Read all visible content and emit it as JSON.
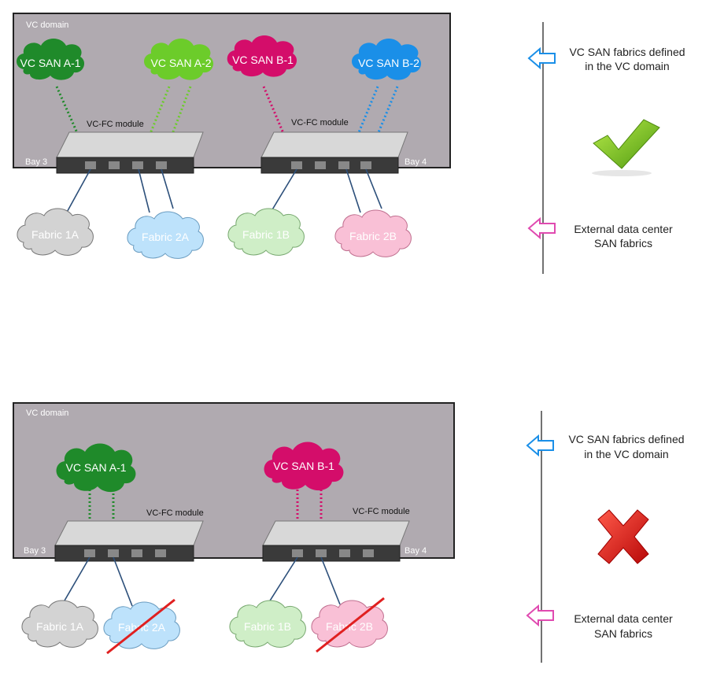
{
  "colors": {
    "domain_bg": "#b0aab0",
    "domain_border": "#222222",
    "san_a": "#1f8a2a",
    "san_a2": "#6ccc2a",
    "san_b": "#d40d6a",
    "san_b2": "#1a8fe8",
    "fabric_1a": "#d3d3d3",
    "fabric_2a": "#bde2fb",
    "fabric_1b": "#cfeec7",
    "fabric_2b": "#f9c0d6",
    "arrow_top": "#1a8fe8",
    "arrow_bottom": "#e04ab0",
    "check": "#7cc21a",
    "cross": "#e01818",
    "strike": "#e02020"
  },
  "top": {
    "domain_label": "VC domain",
    "module_label_left": "VC-FC module",
    "module_label_right": "VC-FC module",
    "bay_left": "Bay 3",
    "bay_right": "Bay 4",
    "san_clouds": [
      "VC SAN A-1",
      "VC SAN A-2",
      "VC SAN B-1",
      "VC SAN B-2"
    ],
    "fabric_clouds": [
      "Fabric 1A",
      "Fabric 2A",
      "Fabric 1B",
      "Fabric 2B"
    ],
    "status_icon": "checkmark-icon"
  },
  "bottom": {
    "domain_label": "VC domain",
    "module_label_left": "VC-FC module",
    "module_label_right": "VC-FC module",
    "bay_left": "Bay 3",
    "bay_right": "Bay 4",
    "san_clouds": [
      "VC SAN A-1",
      "VC SAN B-1"
    ],
    "fabric_clouds": [
      "Fabric 1A",
      "Fabric 2A",
      "Fabric 1B",
      "Fabric 2B"
    ],
    "status_icon": "cross-icon"
  },
  "legend": {
    "vc_san_line1": "VC SAN fabrics defined",
    "vc_san_line2": "in the VC domain",
    "external_line1": "External data center",
    "external_line2": "SAN fabrics"
  }
}
